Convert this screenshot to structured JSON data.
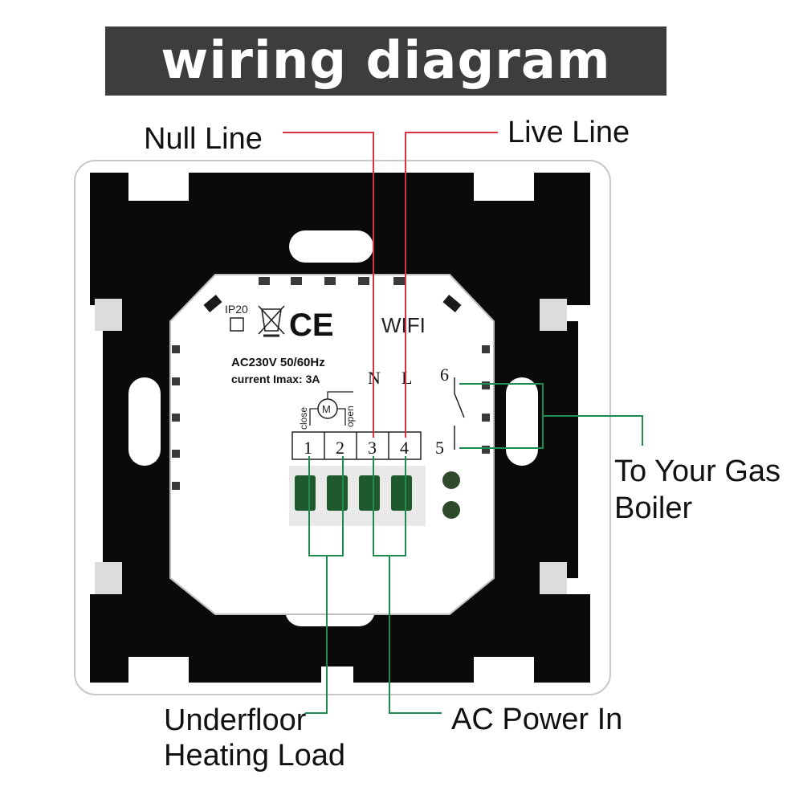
{
  "title": "wiring diagram",
  "callouts": {
    "null_line": "Null Line",
    "live_line": "Live Line",
    "gas_boiler": [
      "To Your Gas",
      "Boiler"
    ],
    "ac_power_in": "AC Power In",
    "heating_load": [
      "Underfloor",
      "Heating Load"
    ]
  },
  "device": {
    "ip_rating": "IP20",
    "ce_mark": "CE",
    "wifi": "WIFI",
    "rating": "AC230V 50/60Hz",
    "current": "current Imax:  3A",
    "neutral": "N",
    "live": "L",
    "motor": "M",
    "close": "close",
    "open": "open",
    "terminals": [
      "1",
      "2",
      "3",
      "4"
    ],
    "relay_top": "6",
    "relay_bottom": "5"
  },
  "colors": {
    "banner": "#3d3d3d",
    "null_leader": "#d9333f",
    "live_leader": "#d9333f",
    "terminal_leader": "#1e8c4e",
    "plate": "#0a0a0a",
    "body": "#ffffff"
  }
}
